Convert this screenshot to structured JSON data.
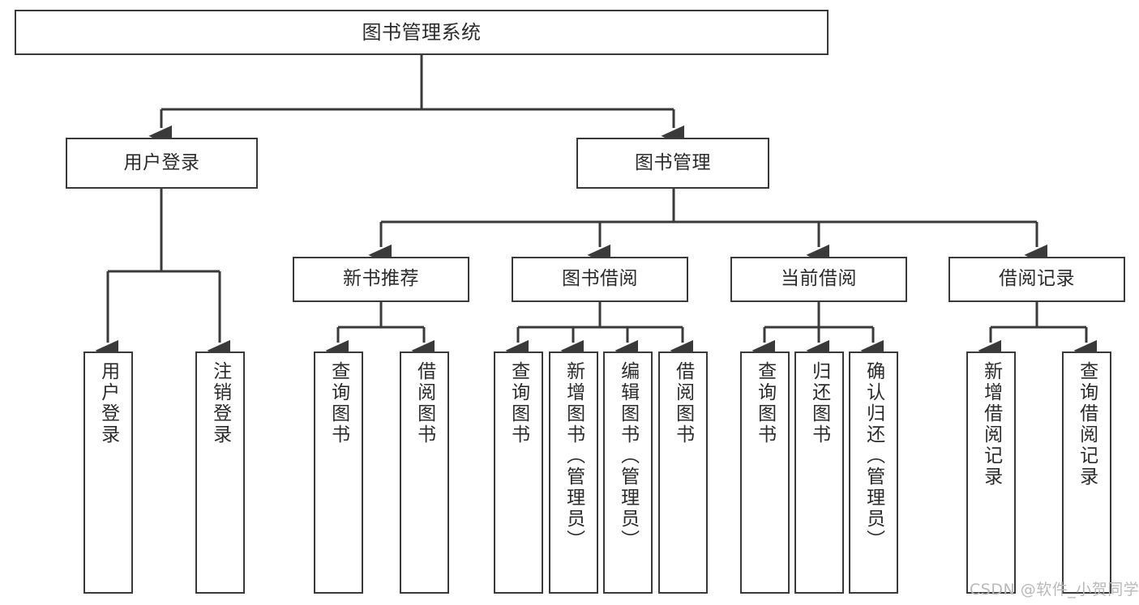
{
  "diagram": {
    "type": "tree",
    "title": "图书管理系统",
    "stroke_color": "#3a3a3a",
    "box_fill": "#ffffff",
    "text_color": "#2b2b2b"
  },
  "nodes": {
    "root": {
      "label": "图书管理系统"
    },
    "level2": [
      {
        "label": "用户登录"
      },
      {
        "label": "图书管理"
      }
    ],
    "level3": [
      {
        "label": "新书推荐"
      },
      {
        "label": "图书借阅"
      },
      {
        "label": "当前借阅"
      },
      {
        "label": "借阅记录"
      }
    ],
    "leaves_user_login": [
      {
        "label": "用户登录"
      },
      {
        "label": "注销登录"
      }
    ],
    "leaves_new_book": [
      {
        "label": "查询图书"
      },
      {
        "label": "借阅图书"
      }
    ],
    "leaves_borrow": [
      {
        "label": "查询图书"
      },
      {
        "label": "新增图书（管理员）"
      },
      {
        "label": "编辑图书（管理员）"
      },
      {
        "label": "借阅图书"
      }
    ],
    "leaves_current": [
      {
        "label": "查询图书"
      },
      {
        "label": "归还图书"
      },
      {
        "label": "确认归还（管理员）"
      }
    ],
    "leaves_record": [
      {
        "label": "新增借阅记录"
      },
      {
        "label": "查询借阅记录"
      }
    ]
  },
  "watermark": {
    "text": "CSDN @软件_小贺同学"
  }
}
